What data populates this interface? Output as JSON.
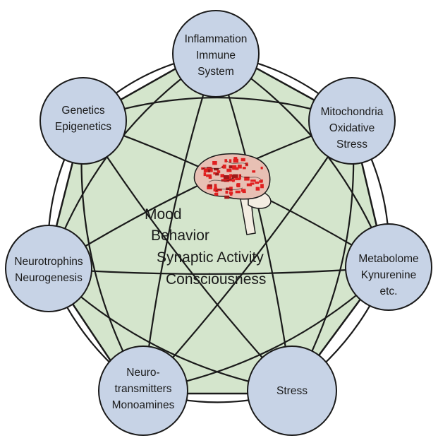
{
  "nodes": [
    {
      "id": "inflammation",
      "lines": [
        "Inflammation",
        "Immune",
        "System"
      ]
    },
    {
      "id": "mitochondria",
      "lines": [
        "Mitochondria",
        "Oxidative",
        "Stress"
      ]
    },
    {
      "id": "metabolome",
      "lines": [
        "Metabolome",
        "Kynurenine",
        "etc."
      ]
    },
    {
      "id": "stress",
      "lines": [
        "Stress"
      ]
    },
    {
      "id": "neurotransmitters",
      "lines": [
        "Neuro-",
        "transmitters",
        "Monoamines"
      ]
    },
    {
      "id": "neurotrophins",
      "lines": [
        "Neurotrophins",
        "Neurogenesis"
      ]
    },
    {
      "id": "genetics",
      "lines": [
        "Genetics",
        "Epigenetics"
      ]
    }
  ],
  "center": {
    "lines": [
      "Mood",
      "Behavior",
      "Synaptic Activity",
      "Consciousness"
    ],
    "icon": "brain-icon"
  },
  "colors": {
    "heptagon_fill": "#d4e5cc",
    "node_fill": "#c7d3e6",
    "brain_cortex": "#e8c0b4",
    "brain_highlight": "#e02020",
    "brain_stem": "#f3ede2"
  }
}
